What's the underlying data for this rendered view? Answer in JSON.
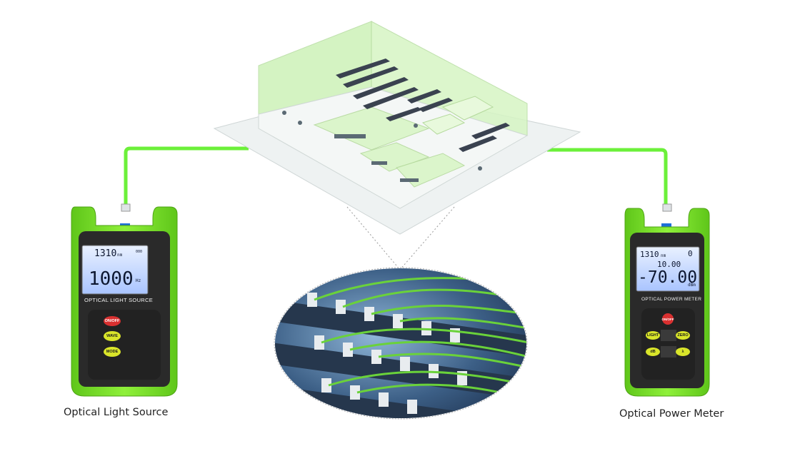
{
  "left_device": {
    "caption": "Optical Light Source",
    "panel_label": "OPTICAL LIGHT SOURCE",
    "lcd_wavelength": "1310",
    "lcd_wavelength_unit": "nm",
    "lcd_mode": "000",
    "lcd_main": "1000",
    "lcd_main_unit": "Hz",
    "buttons": [
      "ON/OFF",
      "WAVE",
      "MODE"
    ]
  },
  "right_device": {
    "caption": "Optical Power Meter",
    "panel_label": "OPTICAL POWER METER",
    "lcd_wavelength": "1310",
    "lcd_wavelength_unit": "nm",
    "lcd_index": "0",
    "lcd_ref": "10.00",
    "lcd_main": "-70.00",
    "lcd_main_unit": "dBm",
    "buttons": [
      "ON/OFF",
      "LIGHT",
      "ZERO",
      "dB",
      "λ"
    ]
  },
  "colors": {
    "device_green": "#7ddf2a",
    "fiber_green": "#6cf03a",
    "room_floor": "#eef2f2",
    "room_wall": "#cdf2b8",
    "device_black": "#2a2a2a",
    "lcd_blue": "#c9dcff"
  }
}
